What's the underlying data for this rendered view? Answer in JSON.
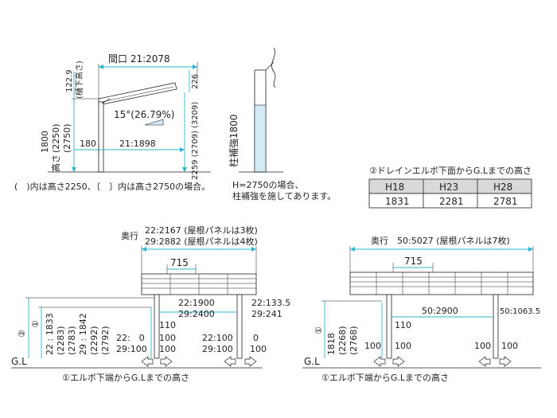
{
  "top_left": {
    "span_label": "間口 21:2078",
    "gutter_drop": "122.9",
    "gutter_drop_note": "(樋下高さ)",
    "roof_rise": "226",
    "slope": "15°(26.79%)",
    "d180": "180",
    "d1898": "21:1898",
    "height_1800": "1800",
    "height_2250": "(2250)",
    "height_2750": "(2750)",
    "height_label": "高さ",
    "vert_right": "2259 (2709) (3209)",
    "note": "(　)内は高さ2250、〔　〕内は高さ2750の場合。"
  },
  "top_mid": {
    "post_label": "柱補強1800",
    "note_line1": "H=2750の場合、",
    "note_line2": "柱補強を施してあります。"
  },
  "drain_table": {
    "title": "②ドレインエルボ下面からG.Lまでの高さ",
    "headers": [
      "H18",
      "H23",
      "H28"
    ],
    "values": [
      "1831",
      "2281",
      "2781"
    ]
  },
  "bottom_left": {
    "depth_label": "奥行",
    "depth_22": "22:2167 (屋根パネルは3枚)",
    "depth_29": "29:2882 (屋根パネルは4枚)",
    "d715": "715",
    "d1900": "22:1900",
    "d2400": "29:2400",
    "d133": "22:133.5",
    "d241": "29:241",
    "d110": "110",
    "left_22": "22:　0",
    "left_29": "29:100",
    "p100a": "100",
    "p100b": "100",
    "r22": "22:100",
    "r29": "29:100",
    "r0": "0",
    "r100": "100",
    "circ1": "①",
    "circ2": "②",
    "v22": "22 : 1833",
    "v2283": "(2283)",
    "v2783": "(2783)",
    "v29": "29 : 1842",
    "v2292": "(2292)",
    "v2792": "(2792)",
    "gl": "G.L",
    "caption": "①エルボ下端からG.Lまでの高さ"
  },
  "bottom_right": {
    "depth": "奥行　50:5027 (屋根パネルは7枚)",
    "d715": "715",
    "d2900": "50:2900",
    "d1063": "50:1063.5",
    "d110": "110",
    "p100a": "100",
    "p100b": "100",
    "p100c": "100",
    "p100d": "100",
    "circ1": "①",
    "v1818": "1818",
    "v2268": "(2268)",
    "v2768": "(2768)",
    "gl": "G.L",
    "caption": "①エルボ下端からG.Lまでの高さ"
  }
}
